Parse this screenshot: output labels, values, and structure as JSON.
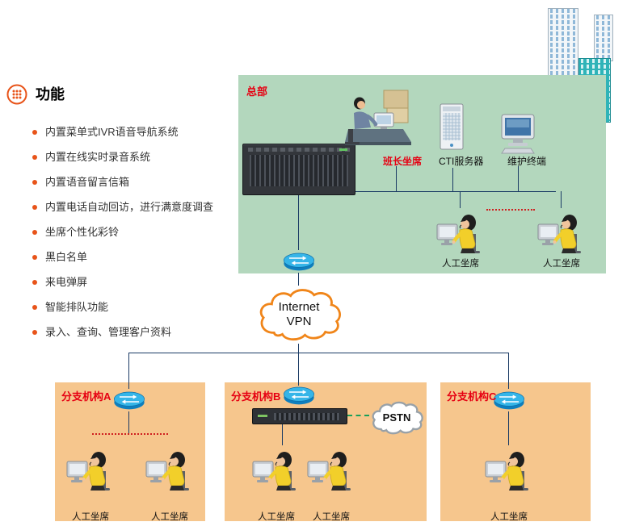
{
  "features": {
    "title": "功能",
    "items": [
      "内置菜单式IVR语音导航系统",
      "内置在线实时录音系统",
      "内置语音留言信箱",
      "内置电话自动回访，进行满意度调查",
      "坐席个性化彩铃",
      "黑白名单",
      "来电弹屏",
      "智能排队功能",
      "录入、查询、管理客户资料"
    ]
  },
  "headquarters": {
    "label": "总部",
    "supervisor": "班长坐席",
    "cti_server": "CTI服务器",
    "maintenance_terminal": "维护终端",
    "agents": [
      "人工坐席",
      "人工坐席"
    ]
  },
  "internet_cloud": {
    "line1": "Internet",
    "line2": "VPN"
  },
  "pstn_cloud": {
    "label": "PSTN"
  },
  "branches": [
    {
      "label": "分支机构A",
      "agents": [
        "人工坐席",
        "人工坐席"
      ]
    },
    {
      "label": "分支机构B",
      "agents": [
        "人工坐席",
        "人工坐席"
      ]
    },
    {
      "label": "分支机构C",
      "agents": [
        "人工坐席"
      ]
    }
  ],
  "icons": {
    "features_icon": "dotted-circle",
    "router_icon": "router-with-arrows",
    "agent_icon": "agent-at-computer",
    "supervisor_icon": "person-at-desk",
    "pbx_icon": "rack-server",
    "cti_icon": "tower-server",
    "terminal_icon": "desktop-monitor",
    "cloud_icon": "cloud"
  },
  "colors": {
    "accent_orange": "#e8541a",
    "hq_panel_green": "#b3d7bd",
    "branch_panel_orange": "#f6c68d",
    "label_red": "#e60012",
    "connector_line": "#1a3a64",
    "internet_cloud_stroke": "#f08519",
    "pstn_cloud_stroke": "#98a1a8",
    "dashed_green": "#18a05a",
    "dotted_red": "#cf1f1f"
  }
}
